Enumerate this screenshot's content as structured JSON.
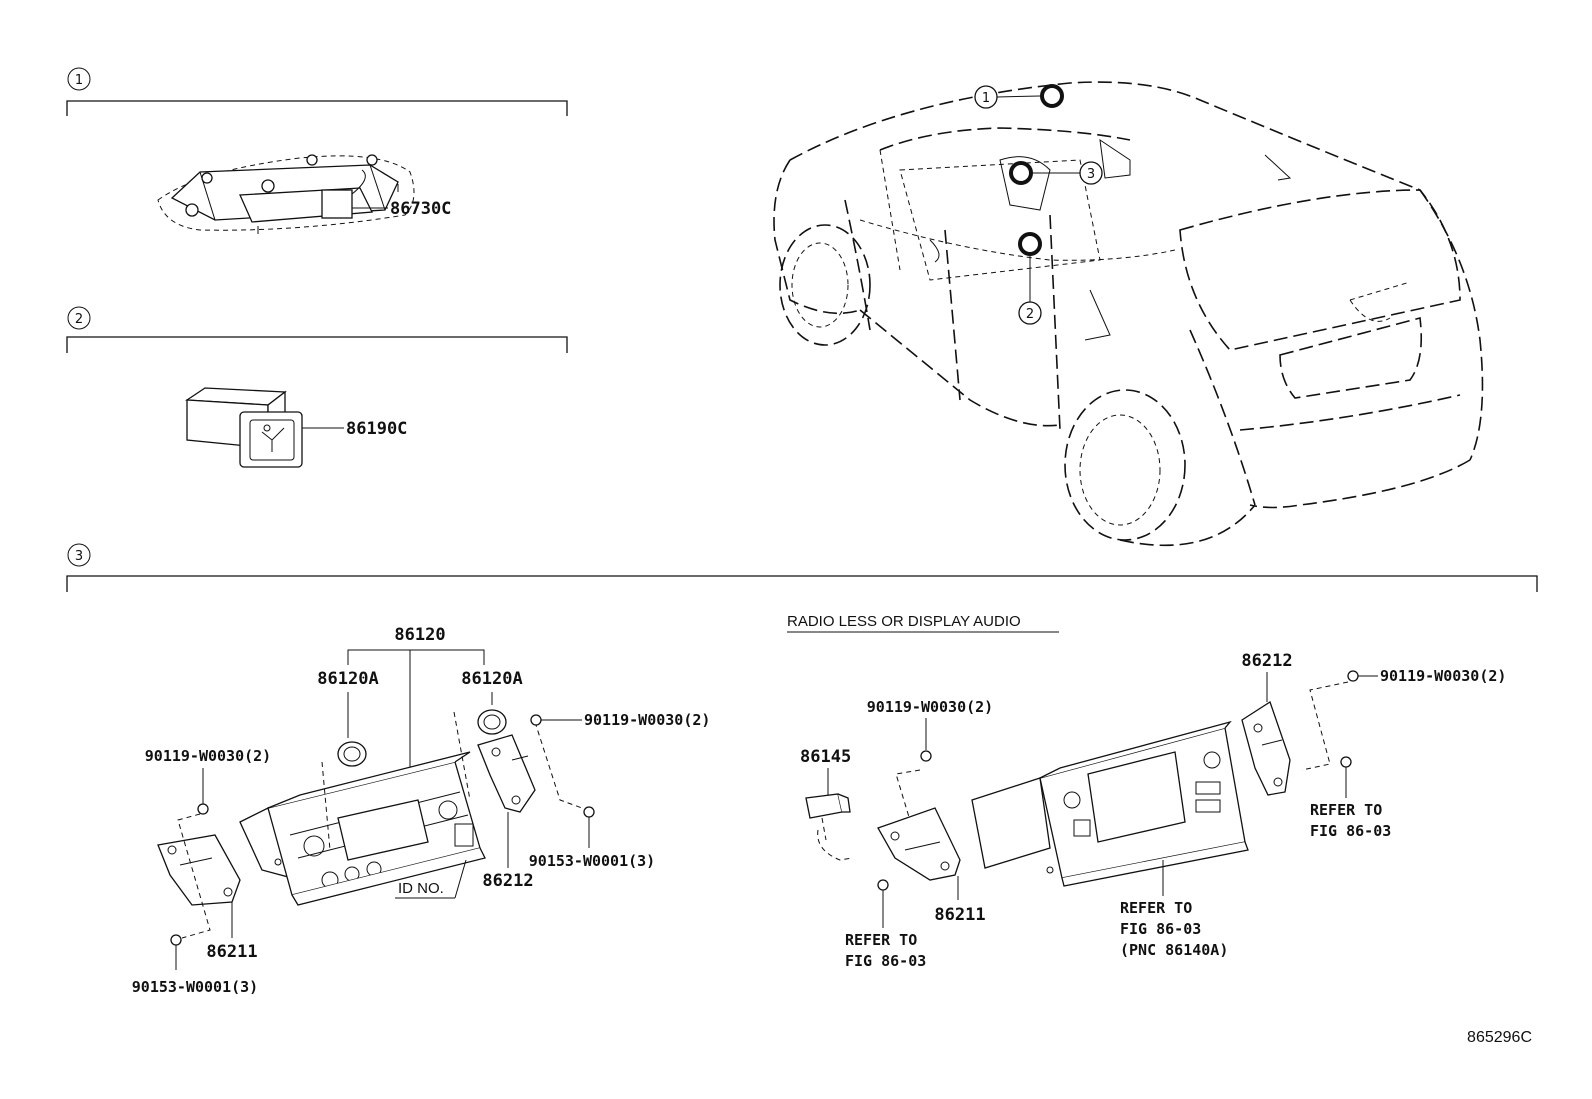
{
  "sections": [
    {
      "marker": "1"
    },
    {
      "marker": "2"
    },
    {
      "marker": "3"
    }
  ],
  "car_markers": [
    "1",
    "3",
    "2"
  ],
  "parts": {
    "s1_overhead": "86730C",
    "s2_switch": "86190C",
    "s3_radio": "86120",
    "s3_knob_left": "86120A",
    "s3_knob_right": "86120A",
    "s3_screw_left": "90119-W0030(2)",
    "s3_screw_right": "90119-W0030(2)",
    "s3_screw_bottom_right": "90153-W0001(3)",
    "s3_screw_bottom_left": "90153-W0001(3)",
    "s3_bracket_right": "86212",
    "s3_bracket_left": "86211",
    "s3_id_no": "ID NO.",
    "alt_title": "RADIO LESS OR DISPLAY AUDIO",
    "alt_connector": "86145",
    "alt_screw_top": "90119-W0030(2)",
    "alt_bracket_left": "86211",
    "alt_bracket_right": "86212",
    "alt_screw_right": "90119-W0030(2)",
    "alt_refer_left_1": "REFER TO",
    "alt_refer_left_2": "FIG 86-03",
    "alt_refer_mid_1": "REFER TO",
    "alt_refer_mid_2": "FIG 86-03",
    "alt_refer_mid_3": "(PNC 86140A)",
    "alt_refer_right_1": "REFER TO",
    "alt_refer_right_2": "FIG 86-03"
  },
  "figure_id": "865296C"
}
